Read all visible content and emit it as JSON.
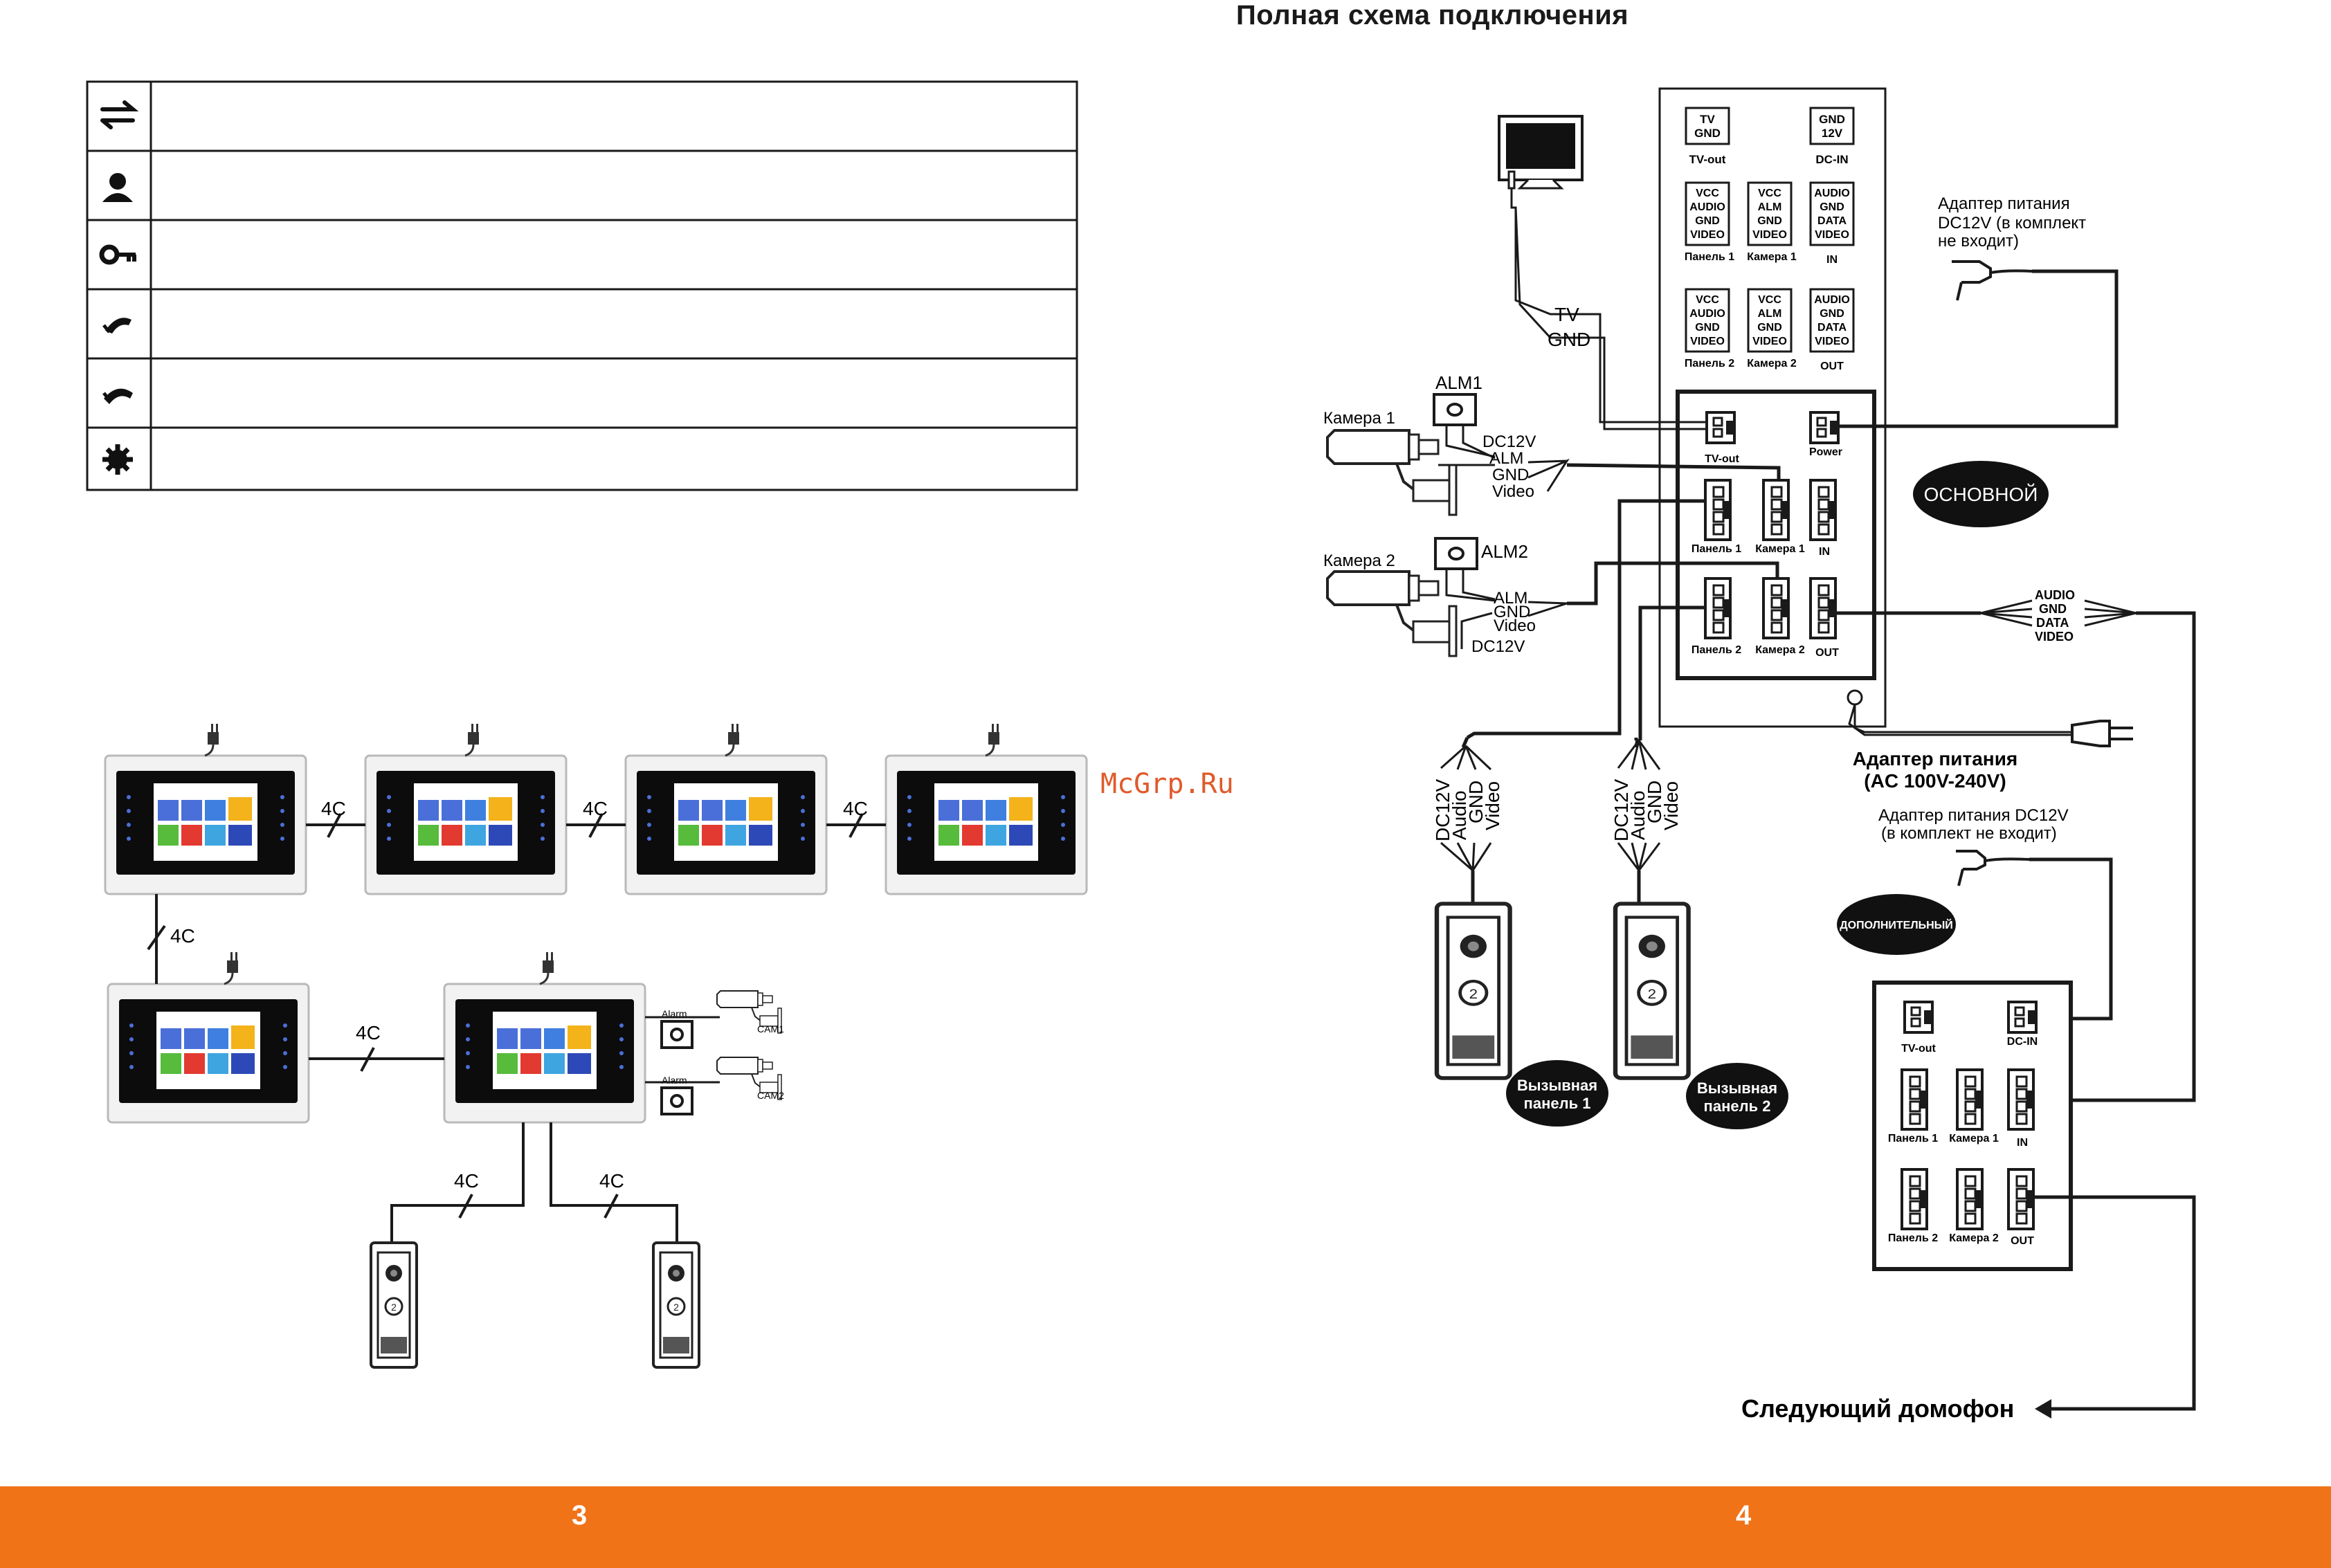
{
  "page_title": "Полная схема подключения",
  "watermark": "McGrp.Ru",
  "page_numbers": {
    "left": "3",
    "right": "4"
  },
  "colors": {
    "footer": "#f07318",
    "line": "#1a1a1a",
    "badge": "#111111"
  },
  "icon_table": {
    "rows": [
      {
        "icon": "transfer-arrows-icon"
      },
      {
        "icon": "user-icon"
      },
      {
        "icon": "key-icon"
      },
      {
        "icon": "handset-pickup-icon"
      },
      {
        "icon": "handset-hangup-icon"
      },
      {
        "icon": "gear-icon"
      }
    ]
  },
  "left_diagram": {
    "cable_label": "4C",
    "cam_labels": [
      "CAM1",
      "CAM2"
    ],
    "alarm_label": "Alarm"
  },
  "main_unit": {
    "top_block": {
      "tv_out": {
        "pins": [
          "TV",
          "GND"
        ],
        "label": "TV-out"
      },
      "dc_in": {
        "pins": [
          "GND",
          "12V"
        ],
        "label": "DC-IN"
      },
      "row1": [
        {
          "pins": [
            "VCC",
            "AUDIO",
            "GND",
            "VIDEO"
          ],
          "label": "Панель 1"
        },
        {
          "pins": [
            "VCC",
            "ALM",
            "GND",
            "VIDEO"
          ],
          "label": "Камера 1"
        },
        {
          "pins": [
            "AUDIO",
            "GND",
            "DATA",
            "VIDEO"
          ],
          "label": "IN"
        }
      ],
      "row2": [
        {
          "pins": [
            "VCC",
            "AUDIO",
            "GND",
            "VIDEO"
          ],
          "label": "Панель 2"
        },
        {
          "pins": [
            "VCC",
            "ALM",
            "GND",
            "VIDEO"
          ],
          "label": "Камера 2"
        },
        {
          "pins": [
            "AUDIO",
            "GND",
            "DATA",
            "VIDEO"
          ],
          "label": "OUT"
        }
      ]
    },
    "connectors": {
      "tv_out": "TV-out",
      "power": "Power",
      "row1": [
        "Панель 1",
        "Камера 1",
        "IN"
      ],
      "row2": [
        "Панель 2",
        "Камера 2",
        "OUT"
      ]
    },
    "badge": "ОСНОВНОЙ"
  },
  "secondary_unit": {
    "connectors": {
      "tv_out": "TV-out",
      "dc_in": "DC-IN",
      "row1": [
        "Панель 1",
        "Камера 1",
        "IN"
      ],
      "row2": [
        "Панель 2",
        "Камера 2",
        "OUT"
      ]
    },
    "badge": "ДОПОЛНИТЕЛЬНЫЙ"
  },
  "labels": {
    "tv": "TV",
    "gnd": "GND",
    "alm1": "ALM1",
    "alm2": "ALM2",
    "camera1": "Камера 1",
    "camera2": "Камера 2",
    "cam1_wires": [
      "DC12V",
      "ALM",
      "GND",
      "Video"
    ],
    "cam2_wires": [
      "ALM",
      "GND",
      "Video",
      "DC12V"
    ],
    "panel_wires": [
      "DC12V",
      "Audio",
      "GND",
      "Video"
    ],
    "adapter_dc_top": [
      "Адаптер питания",
      "DC12V (в комплект",
      "не входит)"
    ],
    "adapter_ac": [
      "Адаптер питания",
      "(AC 100V-240V)"
    ],
    "adapter_dc_bottom": [
      "Адаптер питания DC12V",
      "(в комплект не входит)"
    ],
    "bus_wires": [
      "AUDIO",
      "GND",
      "DATA",
      "VIDEO"
    ],
    "call_panel_1": [
      "Вызывная",
      "панель 1"
    ],
    "call_panel_2": [
      "Вызывная",
      "панель 2"
    ],
    "next_intercom": "Следующий домофон"
  }
}
